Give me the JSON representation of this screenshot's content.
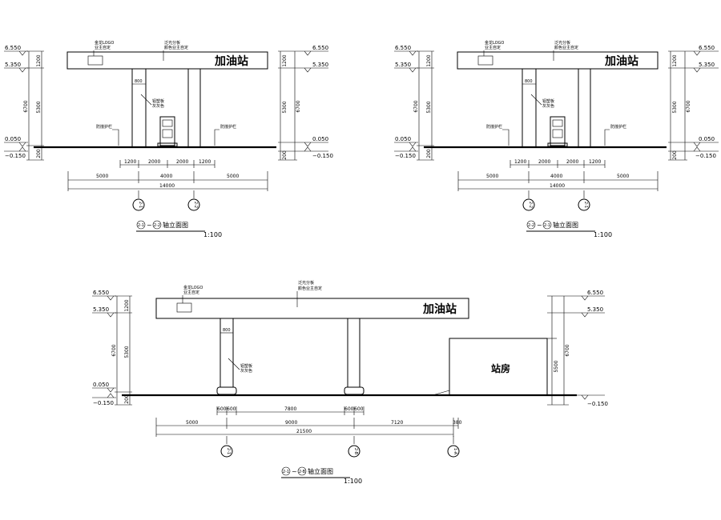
{
  "colors": {
    "ink": "#000000",
    "paper": "#ffffff"
  },
  "elevations": [
    {
      "canopy_sign": "加油站",
      "logo_note": [
        "金龙LOGO",
        "业主自定"
      ],
      "top_note": [
        "泛光分板",
        "颜色业主自定"
      ],
      "column_note": [
        "铝塑板",
        "灰灰色"
      ],
      "barrier_note": "防撞护栏",
      "levels": {
        "top": "6.550",
        "canopy_bottom": "5.350",
        "ground": "0.050",
        "below": "−0.150"
      },
      "vertical_dims": {
        "overall": "6700",
        "canopy": "1200",
        "clear": "5300",
        "base": "200"
      },
      "column_width": "800",
      "dims_row1": [
        "1200",
        "2000",
        "2000",
        "1200"
      ],
      "dims_row2": [
        "5000",
        "4000",
        "5000"
      ],
      "total": "14000",
      "axes": [
        "2-1",
        "2-2"
      ],
      "title": {
        "from": "2-1",
        "to": "2-2",
        "text": "轴立面图"
      },
      "scale": "1:100"
    },
    {
      "canopy_sign": "加油站",
      "logo_note": [
        "金龙LOGO",
        "业主自定"
      ],
      "top_note": [
        "泛光分板",
        "颜色业主自定"
      ],
      "column_note": [
        "铝塑板",
        "灰灰色"
      ],
      "barrier_note": "防撞护栏",
      "levels": {
        "top": "6.550",
        "canopy_bottom": "5.350",
        "ground": "0.050",
        "below": "−0.150"
      },
      "vertical_dims": {
        "overall": "6700",
        "canopy": "1200",
        "clear": "5300",
        "base": "200"
      },
      "column_width": "800",
      "dims_row1": [
        "1200",
        "2000",
        "2000",
        "1200"
      ],
      "dims_row2": [
        "5000",
        "4000",
        "5000"
      ],
      "total": "14000",
      "axes": [
        "2-2",
        "2-1"
      ],
      "title": {
        "from": "2-2",
        "to": "2-1",
        "text": "轴立面图"
      },
      "scale": "1:100"
    },
    {
      "canopy_sign": "加油站",
      "station_room": "站房",
      "logo_note": [
        "金龙LOGO",
        "业主自定"
      ],
      "top_note": [
        "泛光分板",
        "颜色业主自定"
      ],
      "column_note": [
        "铝塑板",
        "灰灰色"
      ],
      "levels": {
        "top": "6.550",
        "canopy_bottom": "5.350",
        "ground": "0.050",
        "below": "−0.150"
      },
      "vertical_dims": {
        "overall": "6700",
        "canopy": "1200",
        "clear": "5300",
        "base": "200",
        "room_height": "5500"
      },
      "column_width": "800",
      "dims_row1": [
        "600",
        "600",
        "7800",
        "600",
        "600"
      ],
      "dims_row2": [
        "5000",
        "9000",
        "7120",
        "380"
      ],
      "total": "21500",
      "axes": [
        "2-1",
        "2-B",
        "1-A"
      ],
      "title": {
        "from": "2-1",
        "to": "2-B",
        "text": "轴立面图"
      },
      "scale": "1:100"
    }
  ]
}
